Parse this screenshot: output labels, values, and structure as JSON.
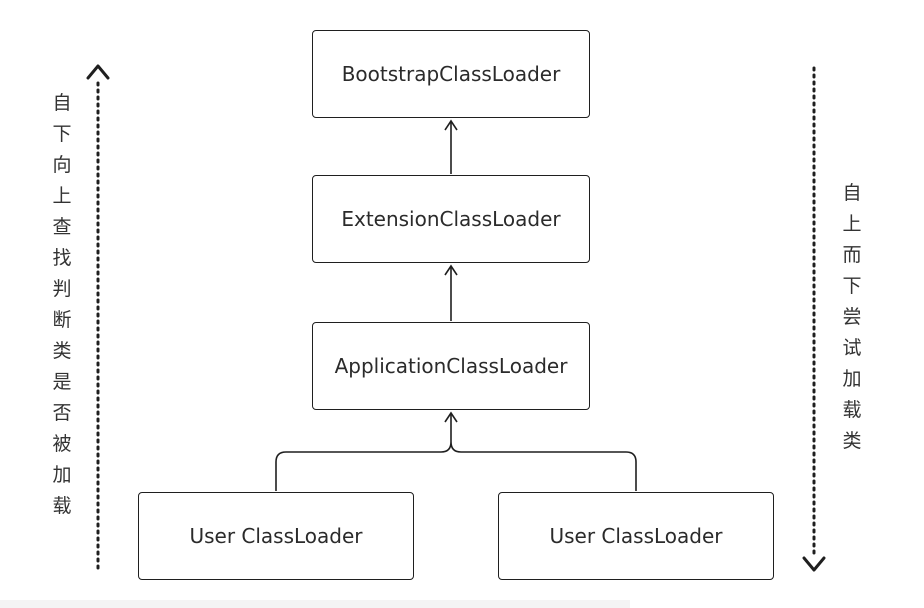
{
  "boxes": {
    "bootstrap": "BootstrapClassLoader",
    "extension": "ExtensionClassLoader",
    "application": "ApplicationClassLoader",
    "user_left": "User ClassLoader",
    "user_right": "User ClassLoader"
  },
  "side_labels": {
    "left": [
      "自",
      "下",
      "向",
      "上",
      "查",
      "找",
      "判",
      "断",
      "类",
      "是",
      "否",
      "被",
      "加",
      "载"
    ],
    "right": [
      "自",
      "上",
      "而",
      "下",
      "尝",
      "试",
      "加",
      "载",
      "类"
    ]
  },
  "colors": {
    "line": "#1f1f1f",
    "text": "#2b2b2b"
  }
}
